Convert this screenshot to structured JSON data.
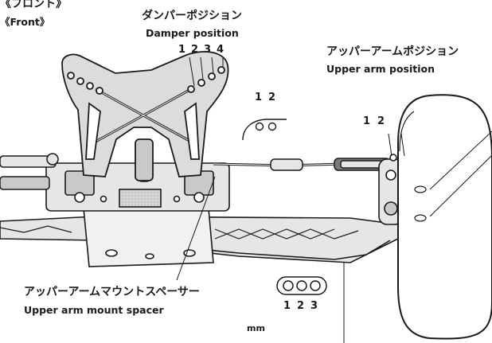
{
  "section": {
    "jp": "《フロント》",
    "en": "《Front》"
  },
  "damper": {
    "jp": "ダンパーポジション",
    "en": "Damper position",
    "numbers": [
      "1",
      "2",
      "3",
      "4"
    ]
  },
  "upper_arm_position": {
    "jp": "アッパーアームポジション",
    "en": "Upper arm position",
    "numbers": [
      "1",
      "2"
    ]
  },
  "inset_holes": {
    "numbers": [
      "1",
      "2"
    ]
  },
  "spacer": {
    "jp": "アッパーアームマウントスペーサー",
    "en": "Upper arm mount spacer",
    "numbers": [
      "1",
      "2",
      "3"
    ]
  },
  "unit": "mm",
  "colors": {
    "ink": "#1a1a1a",
    "paper": "#ffffff",
    "fill_light": "#e6e6e6",
    "fill_mid": "#c9c9c9",
    "fill_dark": "#7a7a7a"
  }
}
